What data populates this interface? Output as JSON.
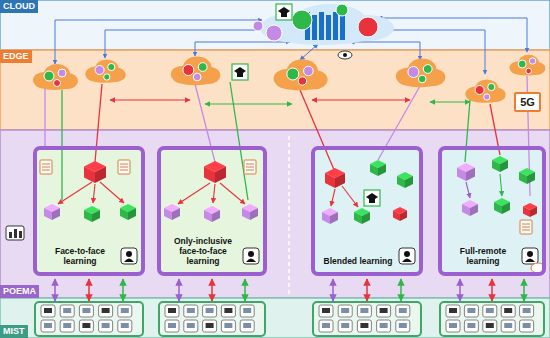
{
  "diagram": {
    "nodes": [
      {
        "text": [
          "CLOUD"
        ]
      },
      {
        "text": [
          "EDGE"
        ]
      },
      {
        "text": [
          "5G"
        ],
        "in": 1
      },
      {
        "text": [
          "POEMA"
        ]
      },
      {
        "text": [
          "Face-to-face learning"
        ],
        "in": 3
      },
      {
        "text": [
          "Only-inclusive face-to-face learning"
        ],
        "in": 3
      },
      {
        "text": [
          "Blended learning"
        ],
        "in": 3
      },
      {
        "text": [
          "Full-remote learning"
        ],
        "in": 3
      },
      {
        "text": [
          "MIST"
        ]
      }
    ]
  }
}
